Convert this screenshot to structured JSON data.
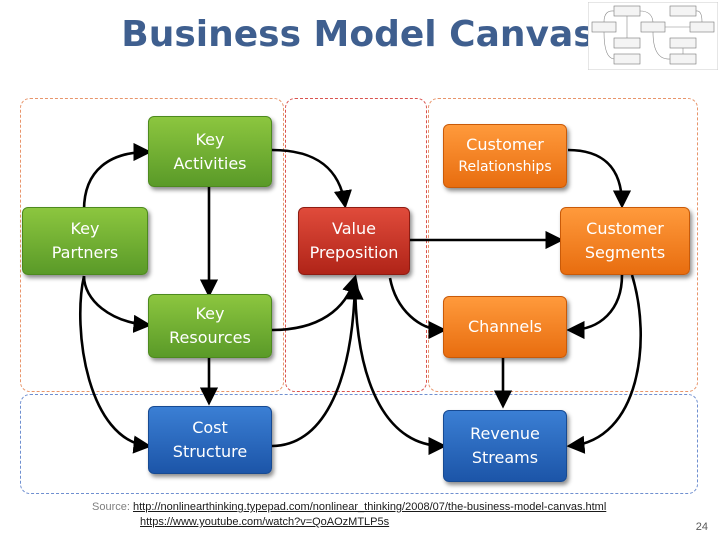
{
  "title": "Business Model Canvas",
  "boxes": {
    "key_activities": "Key\nActivities",
    "customer_relationships_line1": "Customer",
    "customer_relationships_line2": "Relationships",
    "key_partners": "Key\nPartners",
    "value_preposition": "Value\nPreposition",
    "customer_segments": "Customer\nSegments",
    "key_resources": "Key\nResources",
    "channels": "Channels",
    "cost_structure": "Cost\nStructure",
    "revenue_streams": "Revenue\nStreams"
  },
  "colors": {
    "green": "#6aab30",
    "orange": "#f47f1e",
    "red": "#c8342a",
    "blue": "#2a6cc0",
    "title": "#3f5f8f",
    "arrow": "#000000",
    "region_orange": "#e8956b",
    "region_red": "#d9534f",
    "region_blue": "#6f8fd0"
  },
  "source": {
    "prefix": "Source:",
    "link1": "http://nonlinearthinking.typepad.com/nonlinear_thinking/2008/07/the-business-model-canvas.html",
    "link2": "https://www.youtube.com/watch?v=QoAOzMTLP5s"
  },
  "page_number": "24"
}
